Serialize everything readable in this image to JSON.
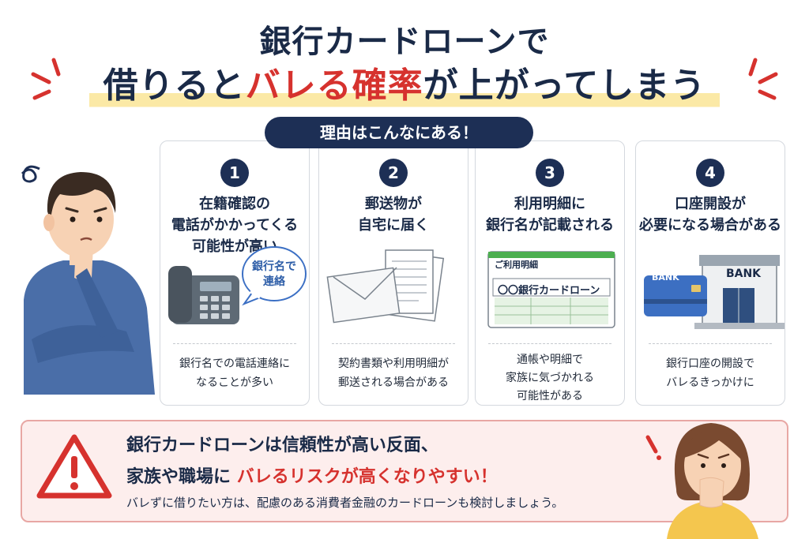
{
  "title": {
    "line1": "銀行カードローンで",
    "line2_normal": "借りると",
    "line2_red": "バレる確率",
    "line2_normal2": "が上がってしまう"
  },
  "reason_heading": "理由はこんなにある！",
  "cards": [
    {
      "number": "1",
      "heading_lines": [
        "在籍確認の",
        "電話がかかってくる",
        "可能性が高い"
      ],
      "bubble_lines": [
        "銀行名で",
        "連絡"
      ],
      "footer_lines": [
        "銀行名での電話連絡に",
        "なることが多い"
      ]
    },
    {
      "number": "2",
      "heading_lines": [
        "郵送物が",
        "自宅に届く"
      ],
      "footer_lines": [
        "契約書類や利用明細が",
        "郵送される場合がある"
      ]
    },
    {
      "number": "3",
      "heading_lines": [
        "利用明細に",
        "銀行名が記載される"
      ],
      "statement_title": "ご利用明細",
      "statement_entry": "〇〇銀行カードローン",
      "footer_lines": [
        "通帳や明細で",
        "家族に気づかれる",
        "可能性がある"
      ]
    },
    {
      "number": "4",
      "heading_lines": [
        "口座開設が",
        "必要になる場合がある"
      ],
      "card_text": "BANK",
      "building_text": "BANK",
      "footer_lines": [
        "銀行口座の開設で",
        "バレるきっかけに"
      ]
    }
  ],
  "warning": {
    "line1": "銀行カードローンは信頼性が高い反面、",
    "line2_normal": "家族や職場に",
    "line2_red": "バレるリスクが高くなりやすい！",
    "line3": "バレずに借りたい方は、配慮のある消費者金融のカードローンも検討しましょう。"
  },
  "colors": {
    "navy": "#1d2f55",
    "red": "#d6322e",
    "highlight": "#fbe9a6",
    "warning_bg": "#fdeeed",
    "warning_border": "#e8a7a4"
  },
  "icons": [
    "burst-icon",
    "worried-man-icon",
    "phone-icon",
    "speech-bubble-icon",
    "envelope-icon",
    "documents-icon",
    "statement-icon",
    "bank-card-icon",
    "bank-building-icon",
    "warning-triangle-icon",
    "worried-woman-icon"
  ]
}
